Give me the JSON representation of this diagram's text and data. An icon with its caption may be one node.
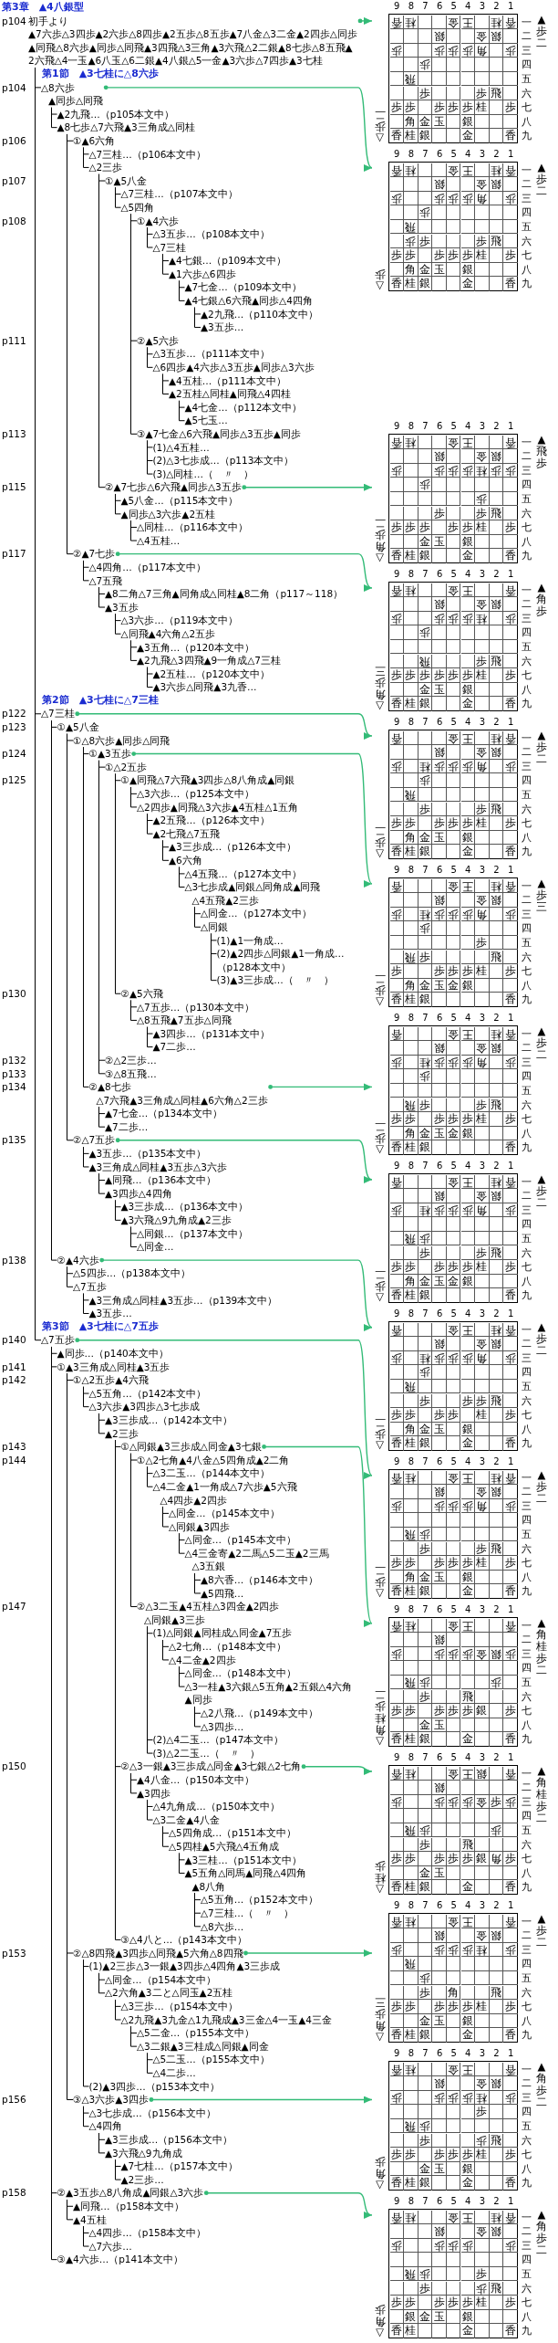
{
  "diagram": {
    "title": "第3章　▲4八銀型",
    "nodes": [
      {
        "text": [
          "初手より",
          "▲7六歩△3四歩▲2六歩△8四歩▲2五歩△8五歩▲7八金△3二金▲2四歩△同歩▲同飛△8六歩▲同歩△同飛▲3四飛△3三角▲3六飛△2二銀▲8七歩△8五飛▲2六飛△4一玉▲6八玉△6二銀▲4八銀△5一金▲3六歩△7四歩▲3七桂"
        ]
      },
      {
        "text": [
          "△8六歩",
          "▲同歩△同飛"
        ]
      },
      {
        "text": [
          "▲2九飛…（p105本文中）"
        ]
      },
      {
        "text": [
          "▲8七歩△7六飛▲3三角成△同桂"
        ]
      },
      {
        "text": [
          "①▲6六角"
        ]
      },
      {
        "text": [
          "△7三桂…（p106本文中）"
        ]
      },
      {
        "text": [
          "△2三歩"
        ]
      },
      {
        "text": [
          "①▲5八金"
        ]
      },
      {
        "text": [
          "△7三桂…（p107本文中）"
        ]
      },
      {
        "text": [
          "△5四角"
        ]
      },
      {
        "text": [
          "①▲4六歩"
        ]
      },
      {
        "text": [
          "△3五歩…（p108本文中）"
        ]
      },
      {
        "text": [
          "△7三桂"
        ]
      },
      {
        "text": [
          "▲4七銀…（p109本文中）"
        ]
      },
      {
        "text": [
          "▲1六歩△6四歩"
        ]
      },
      {
        "text": [
          "▲7七金…（p109本文中）"
        ]
      },
      {
        "text": [
          "▲4七銀△6六飛▲同歩△4四角"
        ]
      },
      {
        "text": [
          "▲2九飛…（p110本文中）"
        ]
      },
      {
        "text": [
          "▲3五歩…"
        ]
      },
      {
        "text": [
          "②▲5六歩"
        ]
      },
      {
        "text": [
          "△3五歩…（p111本文中）"
        ]
      },
      {
        "text": [
          "△6四歩▲4六歩△3五歩▲同歩△3六歩"
        ]
      },
      {
        "text": [
          "▲4五桂…（p111本文中）"
        ]
      },
      {
        "text": [
          "▲2五桂△同桂▲同飛△4四桂"
        ]
      },
      {
        "text": [
          "▲4七金…（p112本文中）"
        ]
      },
      {
        "text": [
          "▲5七玉…"
        ]
      },
      {
        "text": [
          "③▲7七金△6六飛▲同歩△3五歩▲同歩"
        ]
      },
      {
        "text": [
          "(1)△4五桂…"
        ]
      },
      {
        "text": [
          "(2)△3七歩成…（p113本文中）"
        ]
      },
      {
        "text": [
          "(3)△同桂…（　〃　）"
        ]
      },
      {
        "text": [
          "②▲7七歩△6六飛▲同歩△3五歩"
        ]
      },
      {
        "text": [
          "▲5八金…（p115本文中）"
        ]
      },
      {
        "text": [
          "▲同歩△3六歩▲2五桂"
        ]
      },
      {
        "text": [
          "△同桂…（p116本文中）"
        ]
      },
      {
        "text": [
          "△4五桂…"
        ]
      },
      {
        "text": [
          "②▲7七歩"
        ]
      },
      {
        "text": [
          "△4四角…（p117本文中）"
        ]
      },
      {
        "text": [
          "△7五飛"
        ]
      },
      {
        "text": [
          "▲8二角△7三角▲同角成△同桂▲8二角（p117～118）"
        ]
      },
      {
        "text": [
          "▲3五歩"
        ]
      },
      {
        "text": [
          "△3六歩…（p119本文中）"
        ]
      },
      {
        "text": [
          "△同飛▲4六角△2五歩"
        ]
      },
      {
        "text": [
          "▲3五角…（p120本文中）"
        ]
      },
      {
        "text": [
          "▲2九飛△3四飛▲9一角成△7三桂"
        ]
      },
      {
        "text": [
          "▲2五桂…（p120本文中）"
        ]
      },
      {
        "text": [
          "▲3六歩△同飛▲3九香…"
        ]
      },
      {
        "text": [
          "△7三桂"
        ]
      },
      {
        "text": [
          "①▲5八金"
        ]
      },
      {
        "text": [
          "①△8六歩▲同歩△同飛"
        ]
      },
      {
        "text": [
          "①▲3五歩"
        ]
      },
      {
        "text": [
          "①△2五歩"
        ]
      },
      {
        "text": [
          "①▲同飛△7六飛▲3四歩△8八角成▲同銀"
        ]
      },
      {
        "text": [
          "△3六歩…（p125本文中）"
        ]
      },
      {
        "text": [
          "△2四歩▲同飛△3六歩▲4五桂△1五角"
        ]
      },
      {
        "text": [
          "▲2五飛…（p126本文中）"
        ]
      },
      {
        "text": [
          "▲2七飛△7五飛"
        ]
      },
      {
        "text": [
          "▲3三歩成…（p126本文中）"
        ]
      },
      {
        "text": [
          "▲6六角"
        ]
      },
      {
        "text": [
          "△4五飛…（p127本文中）"
        ]
      },
      {
        "text": [
          "△3七歩成▲同銀△同角成▲同飛",
          "△4五飛▲2三歩"
        ]
      },
      {
        "text": [
          "△同金…（p127本文中）"
        ]
      },
      {
        "text": [
          "△同銀"
        ]
      },
      {
        "text": [
          "(1)▲1一角成…"
        ]
      },
      {
        "text": [
          "(2)▲2四歩△同銀▲1一角成…（p128本文中）"
        ]
      },
      {
        "text": [
          "(3)▲3三歩成…（　〃　）"
        ]
      },
      {
        "text": [
          "②▲5六飛"
        ]
      },
      {
        "text": [
          "△7五歩…（p130本文中）"
        ]
      },
      {
        "text": [
          "△8五飛▲7五歩△同飛"
        ]
      },
      {
        "text": [
          "▲3四歩…（p131本文中）"
        ]
      },
      {
        "text": [
          "▲7二歩…"
        ]
      },
      {
        "text": [
          "②△2三歩…"
        ]
      },
      {
        "text": [
          "③△8五飛…"
        ]
      },
      {
        "text": [
          "②▲8七歩",
          "△7六飛▲3三角成△同桂▲6六角△2三歩"
        ]
      },
      {
        "text": [
          "▲7七金…（p134本文中）"
        ]
      },
      {
        "text": [
          "▲7二歩…"
        ]
      },
      {
        "text": [
          "②△7五歩"
        ]
      },
      {
        "text": [
          "▲3五歩…（p135本文中）"
        ]
      },
      {
        "text": [
          "▲3三角成△同桂▲3五歩△3六歩"
        ]
      },
      {
        "text": [
          "▲同飛…（p136本文中）"
        ]
      },
      {
        "text": [
          "▲3四歩△4四角"
        ]
      },
      {
        "text": [
          "▲3三歩成…（p136本文中）"
        ]
      },
      {
        "text": [
          "▲3六飛△9九角成▲2三歩"
        ]
      },
      {
        "text": [
          "△同銀…（p137本文中）"
        ]
      },
      {
        "text": [
          "△同金…"
        ]
      },
      {
        "text": [
          "②▲4六歩"
        ]
      },
      {
        "text": [
          "△5四歩…（p138本文中）"
        ]
      },
      {
        "text": [
          "△7五歩"
        ]
      },
      {
        "text": [
          "▲3三角成△同桂▲3五歩…（p139本文中）"
        ]
      },
      {
        "text": [
          "▲3五歩…"
        ]
      },
      {
        "text": [
          "△7五歩"
        ]
      },
      {
        "text": [
          "▲同歩…（p140本文中）"
        ]
      },
      {
        "text": [
          "①▲3三角成△同桂▲3五歩"
        ]
      },
      {
        "text": [
          "①△2五歩▲4六飛"
        ]
      },
      {
        "text": [
          "△5五角…（p142本文中）"
        ]
      },
      {
        "text": [
          "△3六歩▲3四歩△3七歩成"
        ]
      },
      {
        "text": [
          "▲3三歩成…（p142本文中）"
        ]
      },
      {
        "text": [
          "▲2三歩"
        ]
      },
      {
        "text": [
          "①△同銀▲3三歩成△同金▲3七銀"
        ]
      },
      {
        "text": [
          "①△2七角▲4八金△5四角成▲2二角"
        ]
      },
      {
        "text": [
          "△3二玉…（p144本文中）"
        ]
      },
      {
        "text": [
          "△4二金▲1一角成△7六歩▲5六飛",
          "△4四歩▲2四歩"
        ]
      },
      {
        "text": [
          "△同金…（p145本文中）"
        ]
      },
      {
        "text": [
          "△同銀▲3四歩"
        ]
      },
      {
        "text": [
          "△同金…（p145本文中）"
        ]
      },
      {
        "text": [
          "△4三金寄▲2二馬△5二玉▲2三馬",
          "△3五銀"
        ]
      },
      {
        "text": [
          "▲8六香…（p146本文中）"
        ]
      },
      {
        "text": [
          "▲5四飛…"
        ]
      },
      {
        "text": [
          "②△3二玉▲4五桂△3四金▲2四歩",
          "△同銀▲3三歩"
        ]
      },
      {
        "text": [
          "(1)△同銀▲同桂成△同金▲7五歩"
        ]
      },
      {
        "text": [
          "△2七角…（p148本文中）"
        ]
      },
      {
        "text": [
          "△4二金▲2四歩"
        ]
      },
      {
        "text": [
          "△同金…（p148本文中）"
        ]
      },
      {
        "text": [
          "△3一桂▲3六銀△5五角▲2五銀△4六角▲同歩"
        ]
      },
      {
        "text": [
          "△2八飛…（p149本文中）"
        ]
      },
      {
        "text": [
          "△3四歩…"
        ]
      },
      {
        "text": [
          "(2)△4二玉…（p147本文中）"
        ]
      },
      {
        "text": [
          "(3)△2二玉…（　〃　）"
        ]
      },
      {
        "text": [
          "②△3一銀▲3三歩成△同金▲3七銀△2七角"
        ]
      },
      {
        "text": [
          "▲4八金…（p150本文中）"
        ]
      },
      {
        "text": [
          "▲3四歩"
        ]
      },
      {
        "text": [
          "△4九角成…（p150本文中）"
        ]
      },
      {
        "text": [
          "△3二金▲4八金"
        ]
      },
      {
        "text": [
          "△5四角成…（p151本文中）"
        ]
      },
      {
        "text": [
          "△5四桂▲5六飛△4五角成"
        ]
      },
      {
        "text": [
          "▲3三桂…（p151本文中）"
        ]
      },
      {
        "text": [
          "▲5五角△同馬▲同飛△4四角",
          "▲8八角"
        ]
      },
      {
        "text": [
          "△5五角…（p152本文中）"
        ]
      },
      {
        "text": [
          "△7三桂…（　〃　）"
        ]
      },
      {
        "text": [
          "△8六歩…"
        ]
      },
      {
        "text": [
          "③△4八と…（p143本文中）"
        ]
      },
      {
        "text": [
          "②△8四飛▲3四歩△同飛▲5六角△8四飛"
        ]
      },
      {
        "text": [
          "(1)▲2三歩△3一銀▲3四歩△4四角▲3三歩成"
        ]
      },
      {
        "text": [
          "△同金…（p154本文中）"
        ]
      },
      {
        "text": [
          "△2六角▲3二と△同玉▲2五桂"
        ]
      },
      {
        "text": [
          "△3三歩…（p154本文中）"
        ]
      },
      {
        "text": [
          "△2九飛▲3九金△1九飛成▲3三金△4一玉▲4三金"
        ]
      },
      {
        "text": [
          "△5二金…（p155本文中）"
        ]
      },
      {
        "text": [
          "△3二銀▲3三桂成△同銀▲同金"
        ]
      },
      {
        "text": [
          "△5二玉…（p155本文中）"
        ]
      },
      {
        "text": [
          "△4二歩…"
        ]
      },
      {
        "text": [
          "(2)▲3四歩…（p153本文中）"
        ]
      },
      {
        "text": [
          "③△3六歩▲3四歩"
        ]
      },
      {
        "text": [
          "△3七歩成…（p156本文中）"
        ]
      },
      {
        "text": [
          "△4四角"
        ]
      },
      {
        "text": [
          "▲3三歩成…（p156本文中）"
        ]
      },
      {
        "text": [
          "▲3六飛△9九角成"
        ]
      },
      {
        "text": [
          "▲7七桂…（p157本文中）"
        ]
      },
      {
        "text": [
          "▲2三歩…"
        ]
      },
      {
        "text": [
          "②▲3五歩△8八角成▲同銀△3六歩"
        ]
      },
      {
        "text": [
          "▲同飛…（p158本文中）"
        ]
      },
      {
        "text": [
          "▲4五桂"
        ]
      },
      {
        "text": [
          "△4四歩…（p158本文中）"
        ]
      },
      {
        "text": [
          "△7六歩…"
        ]
      },
      {
        "text": [
          "③▲4六歩…（p141本文中）"
        ]
      },
      {
        "text": [
          "9",
          "8",
          "7",
          "6",
          "5",
          "4",
          "3",
          "2",
          "1",
          "香桂　　金王　桂香一",
          "　　　銀　　金銀　二",
          "歩　　歩歩歩角　歩三",
          "　　歩　　　　　　四",
          "　飛　　　　　　　五",
          "　　歩　　　歩飛　六",
          "歩歩　歩歩歩桂　歩七",
          "　角金玉　銀　　　八",
          "香桂銀　　金　　香九",
          "▲歩二",
          "△歩二"
        ]
      },
      {
        "text": [
          "9",
          "8",
          "7",
          "6",
          "5",
          "4",
          "3",
          "2",
          "1",
          "香桂　　金王　桂香一",
          "　　　銀　　金銀　二",
          "歩　　歩歩歩角　歩三",
          "　　歩　　　　　　四",
          "　飛　　　　　　　五",
          "　歩歩　　　歩飛　六",
          "歩歩　歩歩歩桂　歩七",
          "　角金玉　銀　　　八",
          "香桂銀　　金　　香九",
          "▲歩二",
          "△歩"
        ]
      },
      {
        "text": [
          "9",
          "8",
          "7",
          "6",
          "5",
          "4",
          "3",
          "2",
          "1",
          "香桂　　金王　　香一",
          "　　　銀　　金銀　二",
          "歩　　歩歩歩桂歩歩三",
          "　　歩　　　　　　四",
          "　　　　　　歩　　五",
          "　　　歩　　歩飛　六",
          "歩歩歩　歩歩桂　歩七",
          "　　金玉　銀　　　八",
          "香桂銀　　金　　香九",
          "▲飛歩",
          "△角歩二"
        ]
      },
      {
        "text": [
          "9",
          "8",
          "7",
          "6",
          "5",
          "4",
          "3",
          "2",
          "1",
          "香桂　　金王　　香一",
          "　　　銀　　金銀　二",
          "歩　　歩歩歩桂　歩三",
          "　　歩　　　　　　四",
          "　　　　　　　　　五",
          "　　飛　　　歩飛　六",
          "歩歩歩歩歩歩桂　歩七",
          "　　金玉　銀　　　八",
          "香桂銀　　金　　香九",
          "▲角歩",
          "△角歩三"
        ]
      },
      {
        "text": [
          "9",
          "8",
          "7",
          "6",
          "5",
          "4",
          "3",
          "2",
          "1",
          "香　　　金王　桂香一",
          "　　　銀　　金銀　二",
          "歩　桂歩歩歩角　歩三",
          "　　歩　　　　　　四",
          "　飛　　　　　　　五",
          "　　歩　　　歩飛　六",
          "歩歩　歩歩歩桂　歩七",
          "　角金玉　銀　　　八",
          "香桂銀　　金　　香九",
          "▲歩二",
          "△歩二"
        ]
      },
      {
        "text": [
          "9",
          "8",
          "7",
          "6",
          "5",
          "4",
          "3",
          "2",
          "1",
          "香　　　金王　桂香一",
          "　　　銀　　金銀　二",
          "歩　桂歩歩歩角　歩三",
          "　　歩　　　　　　四",
          "　　　　　　歩　　五",
          "　飛歩　　　　飛　六",
          "歩　　歩歩歩桂　歩七",
          "　角金玉金銀　　　八",
          "香桂銀　　　　　香九",
          "▲歩三",
          "△歩二"
        ]
      },
      {
        "text": [
          "9",
          "8",
          "7",
          "6",
          "5",
          "4",
          "3",
          "2",
          "1",
          "香　　　金王　桂香一",
          "　　　銀　　金銀　二",
          "歩　桂歩歩歩角　歩三",
          "　　歩　　　　　　四",
          "　　　　　　　　　五",
          "　飛歩　　　歩飛　六",
          "歩歩　歩歩歩桂　歩七",
          "　角金玉金銀　　　八",
          "香桂銀　　　　　香九",
          "▲歩二",
          "△歩二"
        ]
      },
      {
        "text": [
          "9",
          "8",
          "7",
          "6",
          "5",
          "4",
          "3",
          "2",
          "1",
          "香　　　金王　桂香一",
          "　　　銀　　金銀　二",
          "歩　桂歩歩歩角　歩三",
          "　　　　　　　　　四",
          "　飛歩　　　　　　五",
          "　　歩　　　歩飛　六",
          "歩歩　歩歩歩桂　歩七",
          "　角金玉金銀　　　八",
          "香桂銀　　　　　香九",
          "▲歩二",
          "△歩二"
        ]
      },
      {
        "text": [
          "9",
          "8",
          "7",
          "6",
          "5",
          "4",
          "3",
          "2",
          "1",
          "香　　　金王　桂香一",
          "　　　銀　　金銀　二",
          "歩　桂歩歩歩角　歩三",
          "　　歩　　　　　　四",
          "　飛　　　　　　　五",
          "　　歩　　歩歩飛　六",
          "歩歩　歩歩　桂　歩七",
          "　角金玉　銀　　　八",
          "香桂銀　　金　　香九",
          "▲歩二",
          "△歩二"
        ]
      },
      {
        "text": [
          "9",
          "8",
          "7",
          "6",
          "5",
          "4",
          "3",
          "2",
          "1",
          "香桂　　金王　桂香一",
          "　　　銀　　金銀　二",
          "歩　　歩歩歩角　歩三",
          "　　　　　　　　　四",
          "　飛歩　　　　　　五",
          "　　歩　　　歩飛　六",
          "歩歩　歩歩歩桂　歩七",
          "　角金玉　銀　　　八",
          "香桂銀　　金　　香九",
          "▲歩二",
          "△歩二"
        ]
      },
      {
        "text": [
          "9",
          "8",
          "7",
          "6",
          "5",
          "4",
          "3",
          "2",
          "1",
          "香桂　　金王　　香一",
          "　　　銀　　　　　二",
          "歩　　歩歩歩金銀歩三",
          "　　　　　　　　　四",
          "　飛歩　　　　歩　五",
          "　　歩　　飛　　　六",
          "歩歩　歩歩歩銀　歩七",
          "　　金玉　　　　　八",
          "香桂銀　　金　　香九",
          "▲角桂歩二",
          "△角桂歩二"
        ]
      },
      {
        "text": [
          "9",
          "8",
          "7",
          "6",
          "5",
          "4",
          "3",
          "2",
          "1",
          "香桂　　金王銀　香一",
          "　　　銀　　　　　二",
          "歩　　歩歩歩金歩歩三",
          "　　　　　　　　　四",
          "　飛歩　　　　歩　五",
          "　　歩　　飛　　　六",
          "歩歩　歩歩歩銀角歩七",
          "　　金玉　　　　　八",
          "香桂銀　　金　　香九",
          "▲角桂歩二",
          "△桂歩"
        ]
      },
      {
        "text": [
          "9",
          "8",
          "7",
          "6",
          "5",
          "4",
          "3",
          "2",
          "1",
          "香桂　　金王　　香一",
          "　　　銀　　金銀　二",
          "歩　　歩歩歩桂　歩三",
          "　飛　　　　　　　四",
          "　　歩　　　　　　五",
          "　　歩　角　　飛　六",
          "歩歩　歩歩歩桂　歩七",
          "　　金玉　銀　　　八",
          "香桂銀　　金　　香九",
          "▲歩二",
          "△角歩三"
        ]
      },
      {
        "text": [
          "9",
          "8",
          "7",
          "6",
          "5",
          "4",
          "3",
          "2",
          "1",
          "香桂　　金王　　香一",
          "　　　銀　　金銀　二",
          "歩　　歩歩歩桂　歩三",
          "　　　　　　歩　　四",
          "　飛歩　　　　　　五",
          "　　歩　　　歩飛　六",
          "歩歩　歩歩歩桂　歩七",
          "　　金玉　銀　　　八",
          "香桂銀　　金　　香九",
          "▲角歩二",
          "△角歩"
        ]
      },
      {
        "text": [
          "9",
          "8",
          "7",
          "6",
          "5",
          "4",
          "3",
          "2",
          "1",
          "香桂　　金王　桂香一",
          "　　　銀　　金銀　二",
          "歩　　歩歩歩　　歩三",
          "　　　　　　　　　四",
          "　飛歩　　　歩　　五",
          "　　歩　　　歩飛　六",
          "歩歩　歩歩歩桂　歩七",
          "　銀金玉　銀　　　八",
          "香桂　　　金　　香九",
          "▲角歩二",
          "△角歩"
        ]
      }
    ],
    "edges": [
      {
        "from": 0,
        "to": 1,
        "arrow": "none"
      },
      {
        "from": 1,
        "to": 2,
        "arrow": "none"
      },
      {
        "from": 1,
        "to": 3,
        "arrow": "none"
      },
      {
        "from": 3,
        "to": 4,
        "arrow": "none"
      },
      {
        "from": 4,
        "to": 5,
        "arrow": "none"
      },
      {
        "from": 4,
        "to": 6,
        "arrow": "none"
      },
      {
        "from": 6,
        "to": 7,
        "arrow": "none"
      },
      {
        "from": 7,
        "to": 8,
        "arrow": "none"
      },
      {
        "from": 7,
        "to": 9,
        "arrow": "none"
      },
      {
        "from": 9,
        "to": 10,
        "arrow": "none"
      },
      {
        "from": 10,
        "to": 11,
        "arrow": "none"
      },
      {
        "from": 10,
        "to": 12,
        "arrow": "none"
      },
      {
        "from": 12,
        "to": 13,
        "arrow": "none"
      },
      {
        "from": 12,
        "to": 14,
        "arrow": "none"
      },
      {
        "from": 14,
        "to": 15,
        "arrow": "none"
      },
      {
        "from": 14,
        "to": 16,
        "arrow": "none"
      },
      {
        "from": 16,
        "to": 17,
        "arrow": "none"
      },
      {
        "from": 16,
        "to": 18,
        "arrow": "none"
      },
      {
        "from": 9,
        "to": 19,
        "arrow": "none"
      },
      {
        "from": 19,
        "to": 20,
        "arrow": "none"
      },
      {
        "from": 19,
        "to": 21,
        "arrow": "none"
      },
      {
        "from": 21,
        "to": 22,
        "arrow": "none"
      },
      {
        "from": 21,
        "to": 23,
        "arrow": "none"
      },
      {
        "from": 23,
        "to": 24,
        "arrow": "none"
      },
      {
        "from": 23,
        "to": 25,
        "arrow": "none"
      },
      {
        "from": 9,
        "to": 26,
        "arrow": "none"
      },
      {
        "from": 26,
        "to": 27,
        "arrow": "none"
      },
      {
        "from": 26,
        "to": 28,
        "arrow": "none"
      },
      {
        "from": 26,
        "to": 29,
        "arrow": "none"
      },
      {
        "from": 6,
        "to": 30,
        "arrow": "none"
      },
      {
        "from": 30,
        "to": 31,
        "arrow": "none"
      },
      {
        "from": 30,
        "to": 32,
        "arrow": "none"
      },
      {
        "from": 32,
        "to": 33,
        "arrow": "none"
      },
      {
        "from": 32,
        "to": 34,
        "arrow": "none"
      },
      {
        "from": 3,
        "to": 35,
        "arrow": "none"
      },
      {
        "from": 35,
        "to": 36,
        "arrow": "none"
      },
      {
        "from": 35,
        "to": 37,
        "arrow": "none"
      },
      {
        "from": 37,
        "to": 38,
        "arrow": "none"
      },
      {
        "from": 37,
        "to": 39,
        "arrow": "none"
      },
      {
        "from": 39,
        "to": 40,
        "arrow": "none"
      },
      {
        "from": 39,
        "to": 41,
        "arrow": "none"
      },
      {
        "from": 41,
        "to": 42,
        "arrow": "none"
      },
      {
        "from": 41,
        "to": 43,
        "arrow": "none"
      },
      {
        "from": 43,
        "to": 44,
        "arrow": "none"
      },
      {
        "from": 43,
        "to": 45,
        "arrow": "none"
      },
      {
        "from": 0,
        "to": 46,
        "arrow": "none"
      },
      {
        "from": 46,
        "to": 47,
        "arrow": "none"
      },
      {
        "from": 47,
        "to": 48,
        "arrow": "none"
      },
      {
        "from": 48,
        "to": 49,
        "arrow": "none"
      },
      {
        "from": 49,
        "to": 50,
        "arrow": "none"
      },
      {
        "from": 50,
        "to": 51,
        "arrow": "none"
      },
      {
        "from": 51,
        "to": 52,
        "arrow": "none"
      },
      {
        "from": 51,
        "to": 53,
        "arrow": "none"
      },
      {
        "from": 53,
        "to": 54,
        "arrow": "none"
      },
      {
        "from": 53,
        "to": 55,
        "arrow": "none"
      },
      {
        "from": 55,
        "to": 56,
        "arrow": "none"
      },
      {
        "from": 55,
        "to": 57,
        "arrow": "none"
      },
      {
        "from": 57,
        "to": 58,
        "arrow": "none"
      },
      {
        "from": 57,
        "to": 59,
        "arrow": "none"
      },
      {
        "from": 59,
        "to": 60,
        "arrow": "none"
      },
      {
        "from": 59,
        "to": 61,
        "arrow": "none"
      },
      {
        "from": 61,
        "to": 62,
        "arrow": "none"
      },
      {
        "from": 61,
        "to": 63,
        "arrow": "none"
      },
      {
        "from": 61,
        "to": 64,
        "arrow": "none"
      },
      {
        "from": 50,
        "to": 65,
        "arrow": "none"
      },
      {
        "from": 65,
        "to": 66,
        "arrow": "none"
      },
      {
        "from": 65,
        "to": 67,
        "arrow": "none"
      },
      {
        "from": 67,
        "to": 68,
        "arrow": "none"
      },
      {
        "from": 67,
        "to": 69,
        "arrow": "none"
      },
      {
        "from": 49,
        "to": 70,
        "arrow": "none"
      },
      {
        "from": 49,
        "to": 71,
        "arrow": "none"
      },
      {
        "from": 48,
        "to": 72,
        "arrow": "none"
      },
      {
        "from": 72,
        "to": 73,
        "arrow": "none"
      },
      {
        "from": 72,
        "to": 74,
        "arrow": "none"
      },
      {
        "from": 47,
        "to": 75,
        "arrow": "none"
      },
      {
        "from": 75,
        "to": 76,
        "arrow": "none"
      },
      {
        "from": 75,
        "to": 77,
        "arrow": "none"
      },
      {
        "from": 77,
        "to": 78,
        "arrow": "none"
      },
      {
        "from": 77,
        "to": 79,
        "arrow": "none"
      },
      {
        "from": 79,
        "to": 80,
        "arrow": "none"
      },
      {
        "from": 79,
        "to": 81,
        "arrow": "none"
      },
      {
        "from": 81,
        "to": 82,
        "arrow": "none"
      },
      {
        "from": 81,
        "to": 83,
        "arrow": "none"
      },
      {
        "from": 46,
        "to": 84,
        "arrow": "none"
      },
      {
        "from": 84,
        "to": 85,
        "arrow": "none"
      },
      {
        "from": 84,
        "to": 86,
        "arrow": "none"
      },
      {
        "from": 86,
        "to": 87,
        "arrow": "none"
      },
      {
        "from": 86,
        "to": 88,
        "arrow": "none"
      },
      {
        "from": 0,
        "to": 89,
        "arrow": "none"
      },
      {
        "from": 89,
        "to": 90,
        "arrow": "none"
      },
      {
        "from": 89,
        "to": 91,
        "arrow": "none"
      },
      {
        "from": 91,
        "to": 92,
        "arrow": "none"
      },
      {
        "from": 92,
        "to": 93,
        "arrow": "none"
      },
      {
        "from": 92,
        "to": 94,
        "arrow": "none"
      },
      {
        "from": 94,
        "to": 95,
        "arrow": "none"
      },
      {
        "from": 94,
        "to": 96,
        "arrow": "none"
      },
      {
        "from": 96,
        "to": 97,
        "arrow": "none"
      },
      {
        "from": 97,
        "to": 98,
        "arrow": "none"
      },
      {
        "from": 98,
        "to": 99,
        "arrow": "none"
      },
      {
        "from": 98,
        "to": 100,
        "arrow": "none"
      },
      {
        "from": 100,
        "to": 101,
        "arrow": "none"
      },
      {
        "from": 100,
        "to": 102,
        "arrow": "none"
      },
      {
        "from": 102,
        "to": 103,
        "arrow": "none"
      },
      {
        "from": 102,
        "to": 104,
        "arrow": "none"
      },
      {
        "from": 104,
        "to": 105,
        "arrow": "none"
      },
      {
        "from": 104,
        "to": 106,
        "arrow": "none"
      },
      {
        "from": 97,
        "to": 107,
        "arrow": "none"
      },
      {
        "from": 107,
        "to": 108,
        "arrow": "none"
      },
      {
        "from": 108,
        "to": 109,
        "arrow": "none"
      },
      {
        "from": 108,
        "to": 110,
        "arrow": "none"
      },
      {
        "from": 110,
        "to": 111,
        "arrow": "none"
      },
      {
        "from": 110,
        "to": 112,
        "arrow": "none"
      },
      {
        "from": 112,
        "to": 113,
        "arrow": "none"
      },
      {
        "from": 112,
        "to": 114,
        "arrow": "none"
      },
      {
        "from": 107,
        "to": 115,
        "arrow": "none"
      },
      {
        "from": 107,
        "to": 116,
        "arrow": "none"
      },
      {
        "from": 96,
        "to": 117,
        "arrow": "none"
      },
      {
        "from": 117,
        "to": 118,
        "arrow": "none"
      },
      {
        "from": 117,
        "to": 119,
        "arrow": "none"
      },
      {
        "from": 119,
        "to": 120,
        "arrow": "none"
      },
      {
        "from": 119,
        "to": 121,
        "arrow": "none"
      },
      {
        "from": 121,
        "to": 122,
        "arrow": "none"
      },
      {
        "from": 121,
        "to": 123,
        "arrow": "none"
      },
      {
        "from": 123,
        "to": 124,
        "arrow": "none"
      },
      {
        "from": 123,
        "to": 125,
        "arrow": "none"
      },
      {
        "from": 125,
        "to": 126,
        "arrow": "none"
      },
      {
        "from": 125,
        "to": 127,
        "arrow": "none"
      },
      {
        "from": 125,
        "to": 128,
        "arrow": "none"
      },
      {
        "from": 96,
        "to": 129,
        "arrow": "none"
      },
      {
        "from": 91,
        "to": 130,
        "arrow": "none"
      },
      {
        "from": 130,
        "to": 131,
        "arrow": "none"
      },
      {
        "from": 131,
        "to": 132,
        "arrow": "none"
      },
      {
        "from": 131,
        "to": 133,
        "arrow": "none"
      },
      {
        "from": 133,
        "to": 134,
        "arrow": "none"
      },
      {
        "from": 133,
        "to": 135,
        "arrow": "none"
      },
      {
        "from": 135,
        "to": 136,
        "arrow": "none"
      },
      {
        "from": 135,
        "to": 137,
        "arrow": "none"
      },
      {
        "from": 137,
        "to": 138,
        "arrow": "none"
      },
      {
        "from": 137,
        "to": 139,
        "arrow": "none"
      },
      {
        "from": 130,
        "to": 140,
        "arrow": "none"
      },
      {
        "from": 91,
        "to": 141,
        "arrow": "none"
      },
      {
        "from": 141,
        "to": 142,
        "arrow": "none"
      },
      {
        "from": 141,
        "to": 143,
        "arrow": "none"
      },
      {
        "from": 143,
        "to": 144,
        "arrow": "none"
      },
      {
        "from": 143,
        "to": 145,
        "arrow": "none"
      },
      {
        "from": 145,
        "to": 146,
        "arrow": "none"
      },
      {
        "from": 145,
        "to": 147,
        "arrow": "none"
      },
      {
        "from": 89,
        "to": 148,
        "arrow": "none"
      },
      {
        "from": 148,
        "to": 149,
        "arrow": "none"
      },
      {
        "from": 148,
        "to": 150,
        "arrow": "none"
      },
      {
        "from": 150,
        "to": 151,
        "arrow": "none"
      },
      {
        "from": 150,
        "to": 152,
        "arrow": "none"
      },
      {
        "from": 89,
        "to": 153,
        "arrow": "none"
      },
      {
        "from": 0,
        "to": 154,
        "arrow": "to",
        "color": "#33bb77"
      },
      {
        "from": 1,
        "to": 155,
        "arrow": "to",
        "color": "#33bb77"
      },
      {
        "from": 30,
        "to": 156,
        "arrow": "to",
        "color": "#33bb77"
      },
      {
        "from": 35,
        "to": 157,
        "arrow": "to",
        "color": "#33bb77"
      },
      {
        "from": 46,
        "to": 158,
        "arrow": "to",
        "color": "#33bb77"
      },
      {
        "from": 49,
        "to": 159,
        "arrow": "to",
        "color": "#33bb77"
      },
      {
        "from": 72,
        "to": 160,
        "arrow": "to",
        "color": "#33bb77"
      },
      {
        "from": 75,
        "to": 161,
        "arrow": "to",
        "color": "#33bb77"
      },
      {
        "from": 84,
        "to": 162,
        "arrow": "to",
        "color": "#33bb77"
      },
      {
        "from": 89,
        "to": 163,
        "arrow": "to",
        "color": "#33bb77"
      },
      {
        "from": 97,
        "to": 164,
        "arrow": "to",
        "color": "#33bb77"
      },
      {
        "from": 117,
        "to": 165,
        "arrow": "to",
        "color": "#33bb77"
      },
      {
        "from": 130,
        "to": 166,
        "arrow": "to",
        "color": "#33bb77"
      },
      {
        "from": 141,
        "to": 167,
        "arrow": "to",
        "color": "#33bb77"
      },
      {
        "from": 148,
        "to": 168,
        "arrow": "to",
        "color": "#33bb77"
      }
    ],
    "labels": [
      "p104",
      "第1節　▲3七桂に△8六歩",
      "p104",
      "p106",
      "p107",
      "p108",
      "p111",
      "p113",
      "p115",
      "p117",
      "第2節　▲3七桂に△7三桂",
      "p122",
      "p123",
      "p124",
      "p125",
      "p130",
      "p132",
      "p133",
      "p134",
      "p135",
      "p138",
      "第3節　▲3七桂に△7五歩",
      "p140",
      "p141",
      "p142",
      "p143",
      "p144",
      "p147",
      "p150",
      "p153",
      "p156",
      "p158"
    ]
  }
}
